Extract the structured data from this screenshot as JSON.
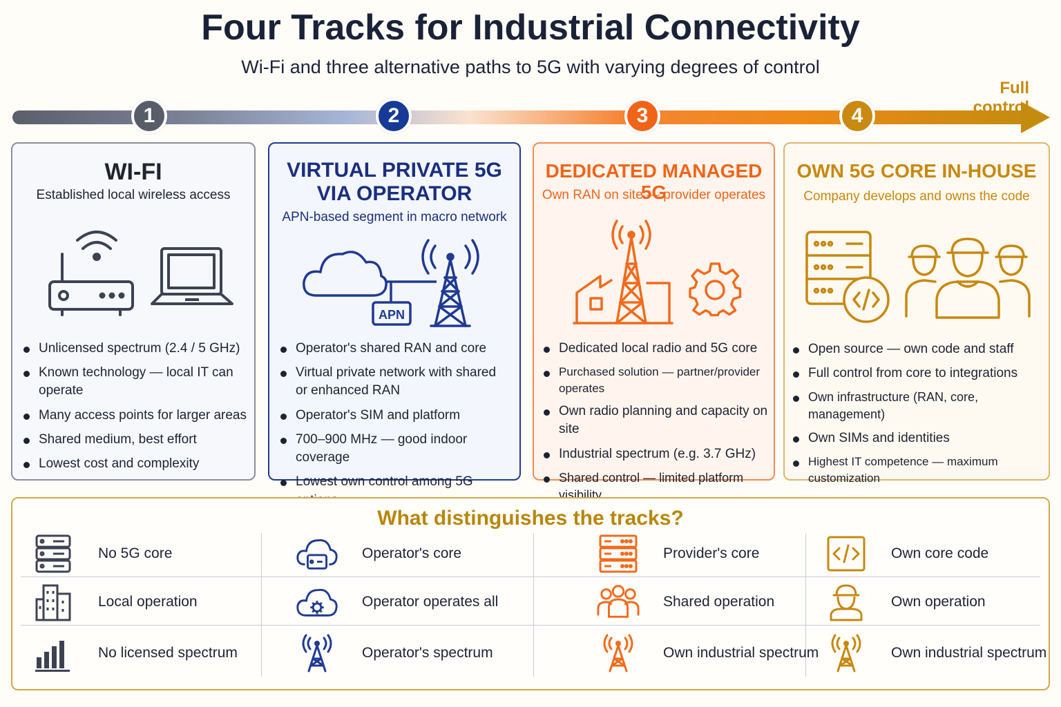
{
  "title": "Four Tracks for Industrial Connectivity",
  "subtitle": "Wi-Fi and three alternative paths to 5G with varying degrees of control",
  "full_control_label": "Full control",
  "colors": {
    "wifi": "#3c4252",
    "virtual": "#1f3a93",
    "dedicated": "#f26a1b",
    "own": "#c8880f"
  },
  "tracks": [
    {
      "number": "1",
      "title": "WI-FI",
      "subtitle": "Established local wireless access",
      "icons": [
        "router-icon",
        "laptop-icon"
      ],
      "bullets": [
        "Unlicensed spectrum (2.4 / 5 GHz)",
        "Known technology — local IT can operate",
        "Many access points for larger areas",
        "Shared medium, best effort",
        "Lowest cost and complexity"
      ]
    },
    {
      "number": "2",
      "title_line1": "VIRTUAL PRIVATE 5G",
      "title_line2": "VIA OPERATOR",
      "subtitle": "APN-based segment in macro network",
      "apn_label": "APN",
      "icons": [
        "cloud-icon",
        "cell-tower-icon"
      ],
      "bullets": [
        "Operator's shared RAN and core",
        "Virtual private network with shared or enhanced RAN",
        "Operator's SIM and platform",
        "700–900 MHz — good indoor coverage",
        "Lowest own control among 5G options"
      ]
    },
    {
      "number": "3",
      "title": "DEDICATED MANAGED 5G",
      "subtitle": "Own RAN on site — provider operates",
      "icons": [
        "factory-tower-icon",
        "gear-icon"
      ],
      "bullets": [
        "Dedicated local radio and 5G core",
        "Purchased solution — partner/provider operates",
        "Own radio planning and capacity on site",
        "Industrial spectrum (e.g. 3.7 GHz)",
        "Shared control — limited platform visibility"
      ]
    },
    {
      "number": "4",
      "title": "OWN 5G CORE IN-HOUSE",
      "subtitle": "Company develops and owns the code",
      "icons": [
        "server-code-icon",
        "team-icon"
      ],
      "bullets": [
        "Open source — own code and staff",
        "Full control from core to integrations",
        "Own infrastructure (RAN, core, management)",
        "Own SIMs and identities",
        "Highest IT competence — maximum customization"
      ]
    }
  ],
  "comparison": {
    "title": "What distinguishes the tracks?",
    "columns": [
      {
        "rows": [
          {
            "icon": "server-icon",
            "label": "No 5G core"
          },
          {
            "icon": "building-icon",
            "label": "Local operation"
          },
          {
            "icon": "signal-bars-icon",
            "label": "No licensed spectrum"
          }
        ]
      },
      {
        "rows": [
          {
            "icon": "cloud-server-icon",
            "label": "Operator's core"
          },
          {
            "icon": "cloud-gear-icon",
            "label": "Operator operates all"
          },
          {
            "icon": "cell-tower-icon",
            "label": "Operator's spectrum"
          }
        ]
      },
      {
        "rows": [
          {
            "icon": "server-icon",
            "label": "Provider's core"
          },
          {
            "icon": "people-icon",
            "label": "Shared operation"
          },
          {
            "icon": "cell-tower-icon",
            "label": "Own industrial spectrum"
          }
        ]
      },
      {
        "rows": [
          {
            "icon": "code-icon",
            "label": "Own core code"
          },
          {
            "icon": "worker-icon",
            "label": "Own operation"
          },
          {
            "icon": "cell-tower-icon",
            "label": "Own industrial spectrum"
          }
        ]
      }
    ]
  }
}
